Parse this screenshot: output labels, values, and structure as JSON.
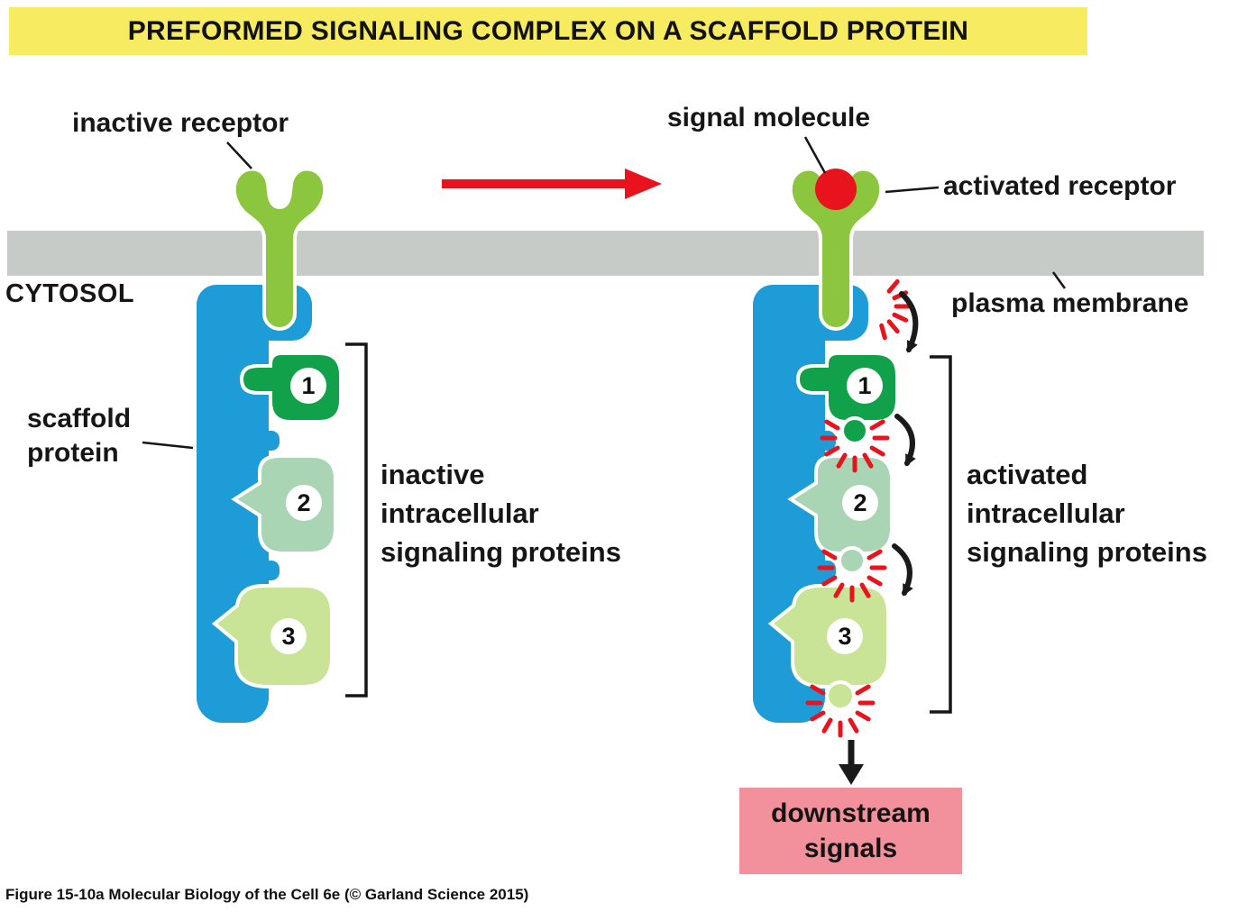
{
  "title": "PREFORMED SIGNALING COMPLEX ON A SCAFFOLD PROTEIN",
  "labels": {
    "inactive_receptor": "inactive receptor",
    "signal_molecule": "signal molecule",
    "activated_receptor": "activated receptor",
    "cytosol": "CYTOSOL",
    "plasma_membrane": "plasma membrane",
    "scaffold_protein": "scaffold\nprotein",
    "inactive_signaling": "inactive\nintracellular\nsignaling proteins",
    "activated_signaling": "activated\nintracellular\nsignaling proteins",
    "downstream_signals": "downstream\nsignals"
  },
  "protein_numbers": {
    "p1": "1",
    "p2": "2",
    "p3": "3"
  },
  "caption": "Figure 15-10a  Molecular Biology of the Cell 6e (© Garland Science 2015)",
  "colors": {
    "title_bg": "#F6EB61",
    "membrane_gray": "#C6CBC7",
    "receptor_green": "#8CC63E",
    "scaffold_blue": "#1E9CD7",
    "protein1_dark_green": "#12A14B",
    "protein2_seafoam": "#A9D5B5",
    "protein3_light_green": "#C9E397",
    "signal_red": "#E8131C",
    "downstream_pink": "#F2919B"
  }
}
